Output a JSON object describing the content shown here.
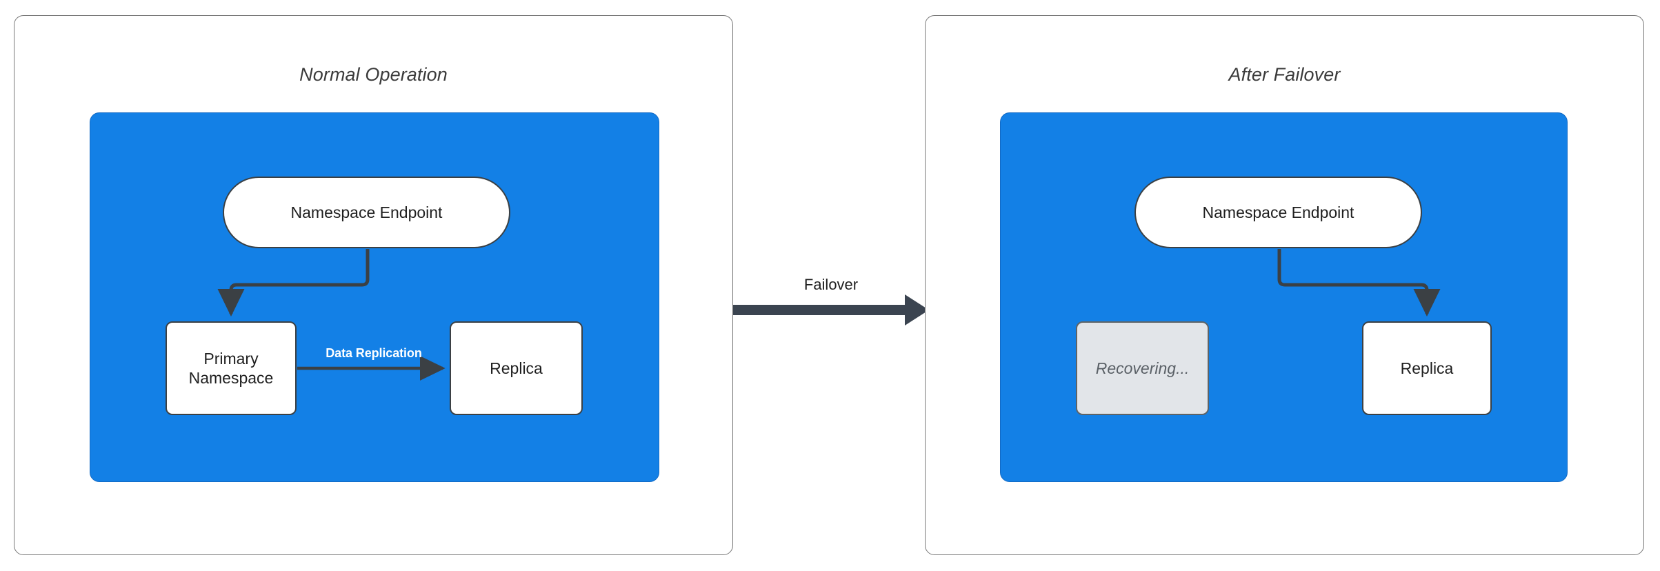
{
  "diagram": {
    "title_left": "Normal Operation",
    "title_right": "After Failover",
    "transition": {
      "label": "Failover",
      "arrow_icon": "right-arrow-icon"
    },
    "colors": {
      "region_blue": "#1380E6",
      "node_white": "#ffffff",
      "node_muted_gray": "#e2e5e9",
      "stroke_dark": "#3b4044",
      "panel_border": "#777777",
      "edge_label_white": "#ffffff",
      "title_text": "#3b3b3b"
    },
    "panels": [
      {
        "id": "normal-operation",
        "title": "Normal Operation",
        "nodes": [
          {
            "id": "endpoint-left",
            "label": "Namespace Endpoint",
            "shape": "stadium",
            "state": "active"
          },
          {
            "id": "primary",
            "label": "Primary Namespace",
            "shape": "rect",
            "state": "active"
          },
          {
            "id": "replica-left",
            "label": "Replica",
            "shape": "rect",
            "state": "active"
          }
        ],
        "edges": [
          {
            "from": "endpoint-left",
            "to": "primary",
            "label": "",
            "style": "elbow-arrow"
          },
          {
            "from": "primary",
            "to": "replica-left",
            "label": "Data Replication",
            "style": "straight-arrow"
          }
        ]
      },
      {
        "id": "after-failover",
        "title": "After Failover",
        "nodes": [
          {
            "id": "endpoint-right",
            "label": "Namespace Endpoint",
            "shape": "stadium",
            "state": "active"
          },
          {
            "id": "recovering",
            "label": "Recovering...",
            "shape": "rect",
            "state": "muted"
          },
          {
            "id": "replica-right",
            "label": "Replica",
            "shape": "rect",
            "state": "active"
          }
        ],
        "edges": [
          {
            "from": "endpoint-right",
            "to": "replica-right",
            "label": "",
            "style": "elbow-arrow"
          }
        ]
      }
    ],
    "labels": {
      "namespace_endpoint": "Namespace Endpoint",
      "primary_namespace": "Primary Namespace",
      "replica": "Replica",
      "recovering": "Recovering...",
      "data_replication": "Data Replication",
      "failover": "Failover"
    }
  }
}
